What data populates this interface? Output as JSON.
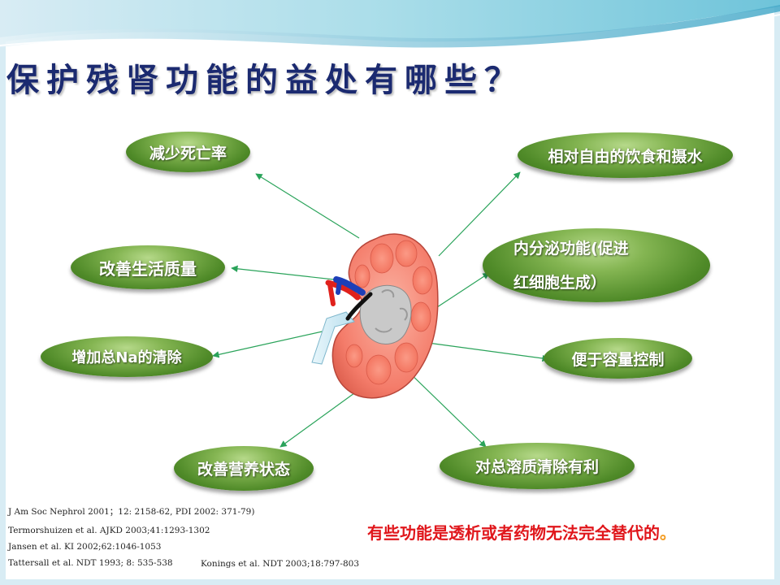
{
  "title": "保护残肾功能的益处有哪些？",
  "benefits": {
    "mortality": "减少死亡率",
    "quality_of_life": "改善生活质量",
    "sodium_clearance": "增加总Na的清除",
    "nutrition": "改善营养状态",
    "diet_water": "相对自由的饮食和摄水",
    "endocrine_line1": "内分泌功能(促进",
    "endocrine_line2": "红细胞生成）",
    "volume_control": "便于容量控制",
    "solute_clearance": "对总溶质清除有利"
  },
  "references": [
    "J Am Soc Nephrol 2001；12: 2158-62, PDI 2002: 371-79)",
    "Termorshuizen et al.  AJKD 2003;41:1293-1302",
    "Jansen et al. KI 2002;62:1046-1053",
    "Tattersall et al. NDT 1993; 8: 535-538"
  ],
  "reference_extra": "Konings et al. NDT 2003;18:797-803",
  "note": "有些功能是透析或者药物无法完全替代的",
  "note_end": "。",
  "colors": {
    "title": "#1b2a70",
    "pill_green": "#4f8a28",
    "arrow": "#2aa35a",
    "kidney": "#f47c6a",
    "note": "#e0161b"
  }
}
